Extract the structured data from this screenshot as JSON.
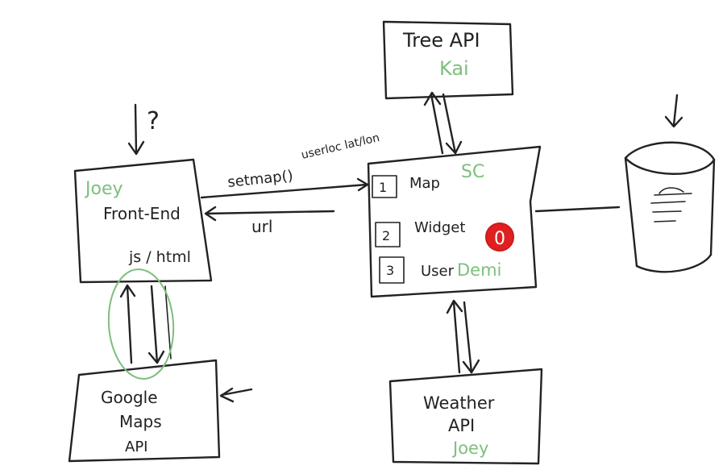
{
  "colors": {
    "ink": "#222222",
    "green": "#7dbf7d",
    "red": "#e02020"
  },
  "tree_api": {
    "title": "Tree API",
    "owner": "Kai"
  },
  "front_end": {
    "owner": "Joey",
    "title": "Front-End",
    "tech": "js / html",
    "top_mark": "?"
  },
  "sc": {
    "title": "SC",
    "items": [
      {
        "num": "1",
        "label": "Map"
      },
      {
        "num": "2",
        "label": "Widget"
      },
      {
        "num": "3",
        "label": "User"
      }
    ],
    "user_owner": "Demi",
    "red_mark": "0"
  },
  "google_maps": {
    "line1": "Google",
    "line2": "Maps",
    "line3": "API"
  },
  "weather_api": {
    "line1": "Weather",
    "line2": "API",
    "owner": "Joey"
  },
  "arrows": {
    "setmap": "setmap()",
    "url": "url",
    "userloc": "userloc lat/lon"
  }
}
